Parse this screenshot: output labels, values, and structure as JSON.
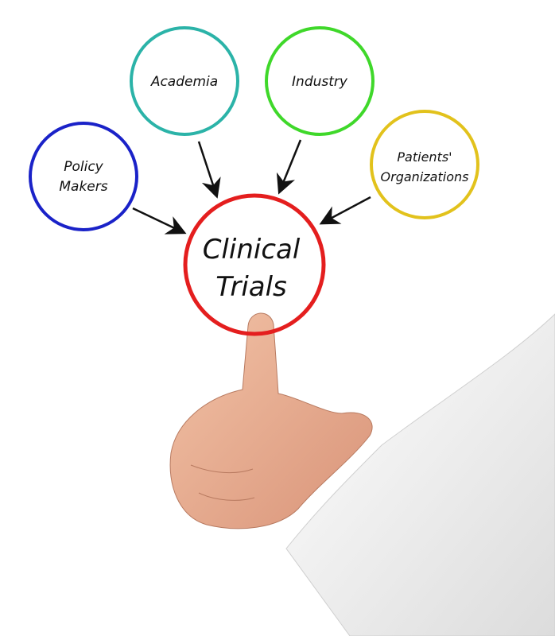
{
  "center": {
    "line1": "Clinical",
    "line2": "Trials",
    "color": "#e41e1e"
  },
  "nodes": [
    {
      "line1": "Policy",
      "line2": "Makers",
      "color": "#1a22c8"
    },
    {
      "line1": "Academia",
      "line2": "",
      "color": "#2bb3a8"
    },
    {
      "line1": "Industry",
      "line2": "",
      "color": "#3fd82a"
    },
    {
      "line1": "Patients'",
      "line2": "Organizations",
      "color": "#e2c21c"
    }
  ]
}
